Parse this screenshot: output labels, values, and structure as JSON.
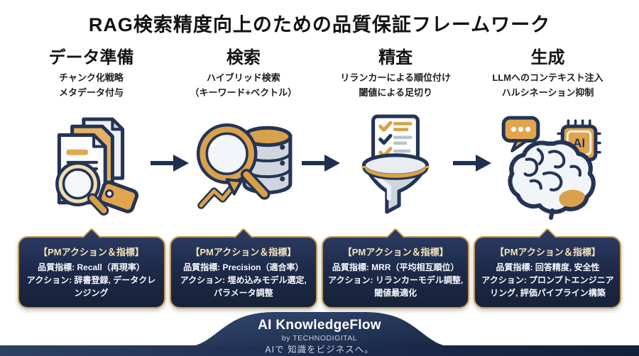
{
  "page": {
    "title": "RAG検索精度向上のための品質保証フレームワーク"
  },
  "colors": {
    "panel_navy": "#1d2a4a",
    "panel_border_gold": "#c49a57",
    "accent_gold": "#d9a24a",
    "outline_navy": "#243455",
    "heading_gold_text": "#f2e2b8"
  },
  "columns": [
    {
      "header": "データ準備",
      "sub1": "チャンク化戦略",
      "sub2": "メタデータ付与",
      "icon": "documents-tag-icon",
      "panel": {
        "heading": "【PMアクション＆指標】",
        "metric": "品質指標: Recall（再現率）",
        "action": "アクション: 辞書登録, データクレンジング"
      }
    },
    {
      "header": "検索",
      "sub1": "ハイブリッド検索",
      "sub2": "（キーワード+ベクトル）",
      "icon": "search-database-icon",
      "panel": {
        "heading": "【PMアクション＆指標】",
        "metric": "品質指標: Precision（適合率）",
        "action": "アクション: 埋め込みモデル選定, パラメータ調整"
      }
    },
    {
      "header": "精査",
      "sub1": "リランカーによる順位付け",
      "sub2": "閾値による足切り",
      "icon": "funnel-checklist-icon",
      "panel": {
        "heading": "【PMアクション＆指標】",
        "metric": "品質指標: MRR（平均相互順位）",
        "action": "アクション: リランカーモデル調整, 閾値最適化"
      }
    },
    {
      "header": "生成",
      "sub1": "LLMへのコンテキスト注入",
      "sub2": "ハルシネーション抑制",
      "icon": "brain-ai-icon",
      "panel": {
        "heading": "【PMアクション＆指標】",
        "metric": "品質指標: 回答精度, 安全性",
        "action": "アクション: プロンプトエンジニアリング, 評価パイプライン構築"
      }
    }
  ],
  "icons": {
    "ai_chip_label": "AI"
  },
  "footer": {
    "brand": "AI KnowledgeFlow",
    "byline": "by TECHNODIGITAL",
    "tagline": "AIで 知識をビジネスへ。"
  }
}
